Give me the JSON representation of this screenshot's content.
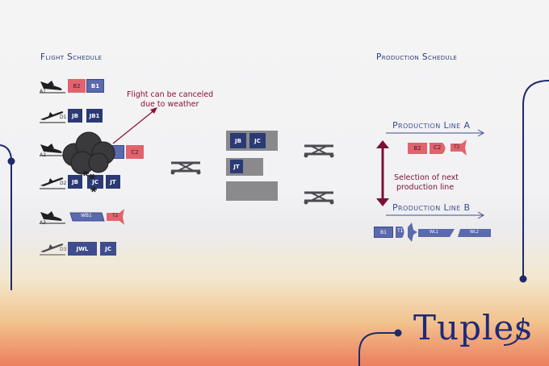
{
  "titles": {
    "flight_schedule": "Flight Schedule",
    "production_schedule": "Production Schedule"
  },
  "annotations": {
    "cancel_line1": "Flight can be canceled",
    "cancel_line2": "due to weather",
    "selection_line1": "Selection of next",
    "selection_line2": "production line"
  },
  "production_lines": {
    "line_a": "Production Line A",
    "line_b": "Production Line B"
  },
  "flights": [
    {
      "plane": "A1",
      "jobs": [
        "B2",
        "B1"
      ]
    },
    {
      "plane": "D1",
      "jobs": [
        "JB",
        "JB1"
      ]
    },
    {
      "plane": "A2",
      "jobs": [
        "C2"
      ]
    },
    {
      "plane": "D2",
      "jobs": [
        "JB",
        "JC",
        "JT"
      ]
    },
    {
      "plane": "A3",
      "jobs": [
        "WB1",
        "T2"
      ]
    },
    {
      "plane": "D3",
      "jobs": [
        "JWL",
        "JC"
      ]
    }
  ],
  "middle_jobs": [
    "JB",
    "JC",
    "JT"
  ],
  "line_a_parts": [
    "B2",
    "C2",
    "T2"
  ],
  "line_b_parts": [
    "B1",
    "T1",
    "WL1",
    "WL2"
  ],
  "brand": "Tuples",
  "colors": {
    "navy": "#2b3a74",
    "slate": "#5b69ad",
    "red": "#e2636d",
    "maroon": "#8b1030",
    "cloud": "#3a3a3c"
  }
}
